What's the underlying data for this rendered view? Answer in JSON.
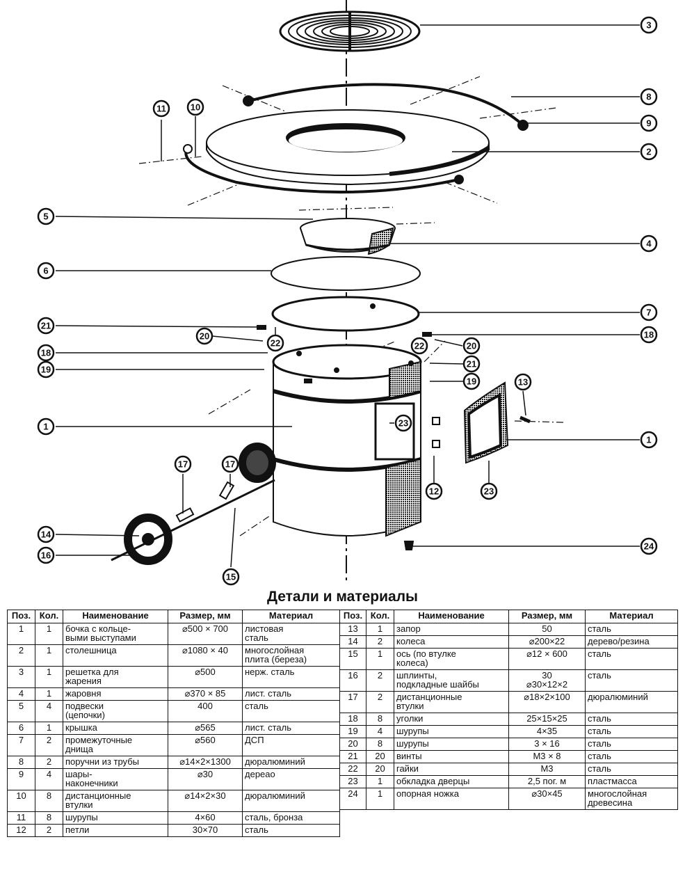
{
  "title": "Детали и материалы",
  "callouts": [
    "1",
    "2",
    "3",
    "4",
    "5",
    "6",
    "7",
    "8",
    "9",
    "10",
    "11",
    "12",
    "13",
    "14",
    "15",
    "16",
    "17",
    "18",
    "19",
    "20",
    "21",
    "22",
    "23",
    "24"
  ],
  "columns": [
    "Поз.",
    "Кол.",
    "Наименование",
    "Размер, мм",
    "Материал"
  ],
  "rows_left": [
    [
      "1",
      "1",
      "бочка с кольце-\nвыми выступами",
      "⌀500 × 700",
      "листовая\nсталь"
    ],
    [
      "2",
      "1",
      "столешница",
      "⌀1080 × 40",
      "многослойная\nплита (береза)"
    ],
    [
      "3",
      "1",
      "решетка для\nжарения",
      "⌀500",
      "нерж. сталь"
    ],
    [
      "4",
      "1",
      "жаровня",
      "⌀370 × 85",
      "лист. сталь"
    ],
    [
      "5",
      "4",
      "подвески\n(цепочки)",
      "400",
      "сталь"
    ],
    [
      "6",
      "1",
      "крышка",
      "⌀565",
      "лист. сталь"
    ],
    [
      "7",
      "2",
      "промежуточные\nднища",
      "⌀560",
      "ДСП"
    ],
    [
      "8",
      "2",
      "поручни из трубы",
      "⌀14×2×1300",
      "дюралюминий"
    ],
    [
      "9",
      "4",
      "шары-\nнаконечники",
      "⌀30",
      "дереао"
    ],
    [
      "10",
      "8",
      "дистанционные\nвтулки",
      "⌀14×2×30",
      "дюралюминий"
    ],
    [
      "11",
      "8",
      "шурупы",
      "4×60",
      "сталь, бронза"
    ],
    [
      "12",
      "2",
      "петли",
      "30×70",
      "сталь"
    ]
  ],
  "rows_right": [
    [
      "13",
      "1",
      "запор",
      "50",
      "сталь"
    ],
    [
      "14",
      "2",
      "колеса",
      "⌀200×22",
      "дерево/резина"
    ],
    [
      "15",
      "1",
      "ось (по втулке\nколеса)",
      "⌀12 × 600",
      "сталь"
    ],
    [
      "16",
      "2",
      "шплинты,\nподкладные шайбы",
      "30\n⌀30×12×2",
      "сталь"
    ],
    [
      "17",
      "2",
      "дистанционные\nвтулки",
      "⌀18×2×100",
      "дюралюминий"
    ],
    [
      "18",
      "8",
      "уголки",
      "25×15×25",
      "сталь"
    ],
    [
      "19",
      "4",
      "шурупы",
      "4×35",
      "сталь"
    ],
    [
      "20",
      "8",
      "шурупы",
      "3 × 16",
      "сталь"
    ],
    [
      "21",
      "20",
      "винты",
      "М3 × 8",
      "сталь"
    ],
    [
      "22",
      "20",
      "гайки",
      "М3",
      "сталь"
    ],
    [
      "23",
      "1",
      "обкладка дверцы",
      "2,5 пог. м",
      "пластмасса"
    ],
    [
      "24",
      "1",
      "опорная ножка",
      "⌀30×45",
      "многослойная\nдревесина"
    ]
  ]
}
